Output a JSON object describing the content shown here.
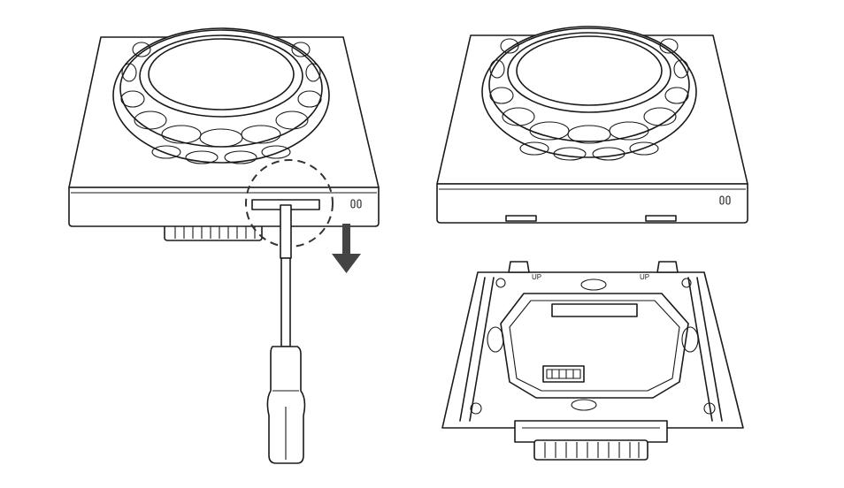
{
  "figure": {
    "left_panel": {
      "step": "remove-with-screwdriver"
    },
    "right_panel": {
      "step": "panel-separated-from-mounting-plate"
    },
    "mounting_plate_labels": {
      "up_left": "UP",
      "up_right": "UP"
    },
    "colors": {
      "line": "#1a1a1a",
      "arrow": "#444444",
      "background": "#ffffff"
    },
    "icons": [
      "screwdriver-icon",
      "arrow-down-icon",
      "magnify-circle-icon"
    ]
  }
}
